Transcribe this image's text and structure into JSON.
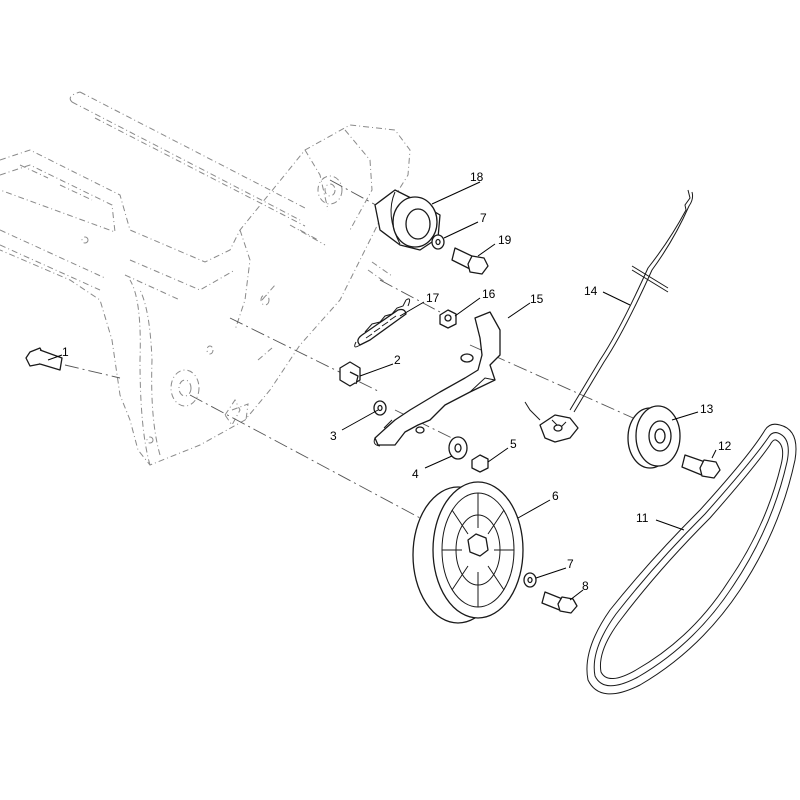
{
  "callouts": [
    {
      "id": "1",
      "label": "1"
    },
    {
      "id": "2",
      "label": "2"
    },
    {
      "id": "3",
      "label": "3"
    },
    {
      "id": "4",
      "label": "4"
    },
    {
      "id": "5",
      "label": "5"
    },
    {
      "id": "6",
      "label": "6"
    },
    {
      "id": "7a",
      "label": "7"
    },
    {
      "id": "7b",
      "label": "7"
    },
    {
      "id": "8",
      "label": "8"
    },
    {
      "id": "11",
      "label": "11"
    },
    {
      "id": "12",
      "label": "12"
    },
    {
      "id": "13",
      "label": "13"
    },
    {
      "id": "14",
      "label": "14"
    },
    {
      "id": "15",
      "label": "15"
    },
    {
      "id": "16",
      "label": "16"
    },
    {
      "id": "17",
      "label": "17"
    },
    {
      "id": "18",
      "label": "18"
    },
    {
      "id": "19",
      "label": "19"
    }
  ]
}
